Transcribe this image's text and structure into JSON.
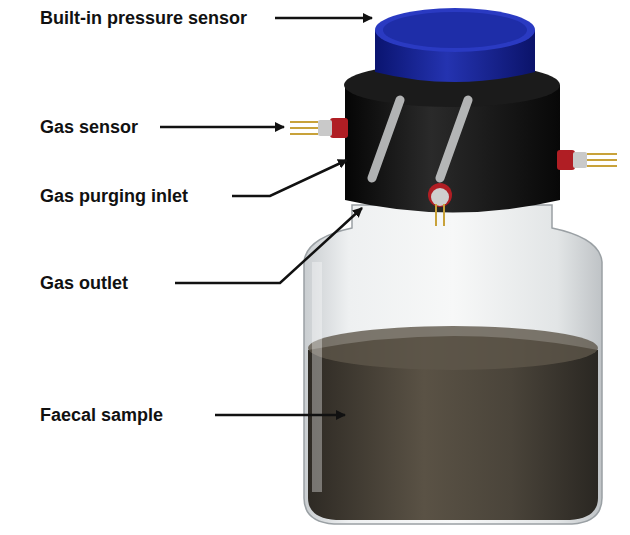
{
  "diagram": {
    "labels": [
      "Built-in pressure sensor",
      "Gas sensor",
      "Gas purging inlet",
      "Gas outlet",
      "Faecal sample"
    ]
  }
}
